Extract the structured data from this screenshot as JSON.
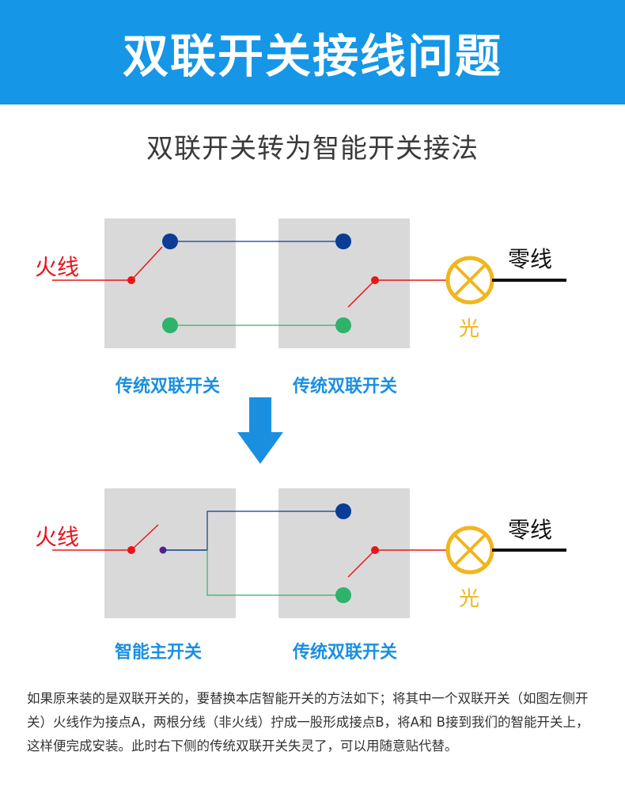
{
  "header": {
    "title": "双联开关接线问题"
  },
  "subtitle": "双联开关转为智能开关接法",
  "diagram_top": {
    "live_label": "火线",
    "neutral_label": "零线",
    "light_label": "光",
    "left_switch_label": "传统双联开关",
    "right_switch_label": "传统双联开关"
  },
  "diagram_bottom": {
    "live_label": "火线",
    "neutral_label": "零线",
    "light_label": "光",
    "left_switch_label": "智能主开关",
    "right_switch_label": "传统双联开关"
  },
  "description": "如果原来装的是双联开关的，要替换本店智能开关的方法如下；将其中一个双联开关（如图左侧开关）火线作为接点A，两根分线（非火线）拧成一股形成接点B，将A和 B接到我们的智能开关上，这样便完成安装。此时右下侧的传统双联开关失灵了，可以用随意贴代替。",
  "colors": {
    "banner": "#1596e6",
    "live_wire": "#e8151b",
    "blue_terminal": "#0b3c96",
    "green_terminal": "#2fb36a",
    "lamp": "#f2b51d",
    "panel": "#d9d9d9",
    "arrow": "#1a8fe0"
  }
}
